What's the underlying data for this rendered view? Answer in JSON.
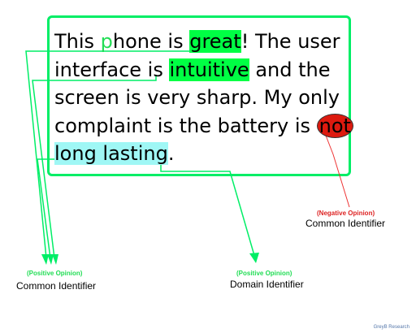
{
  "review": {
    "line1": {
      "a": "This ",
      "p": "p",
      "b": "hone is ",
      "great": "great",
      "c": "!  The user"
    },
    "line2": {
      "a": "interface is ",
      "intuitive": "intuitive",
      "b": " and the"
    },
    "line3": "screen is very sharp.  My only",
    "line4": {
      "a": "complaint is the battery is ",
      "not": "not"
    },
    "line5": {
      "long": "long lasting",
      "b": "."
    }
  },
  "labels": {
    "negative": {
      "tag": "(Negative Opinion)",
      "name": "Common Identifier",
      "color": "#dd2222"
    },
    "positive_common": {
      "tag": "(Positive Opinion)",
      "name": "Common Identifier",
      "color": "#22dd55"
    },
    "positive_domain": {
      "tag": "(Positive Opinion)",
      "name": "Domain Identifier",
      "color": "#22dd55"
    }
  },
  "credit": "GreyB Research"
}
